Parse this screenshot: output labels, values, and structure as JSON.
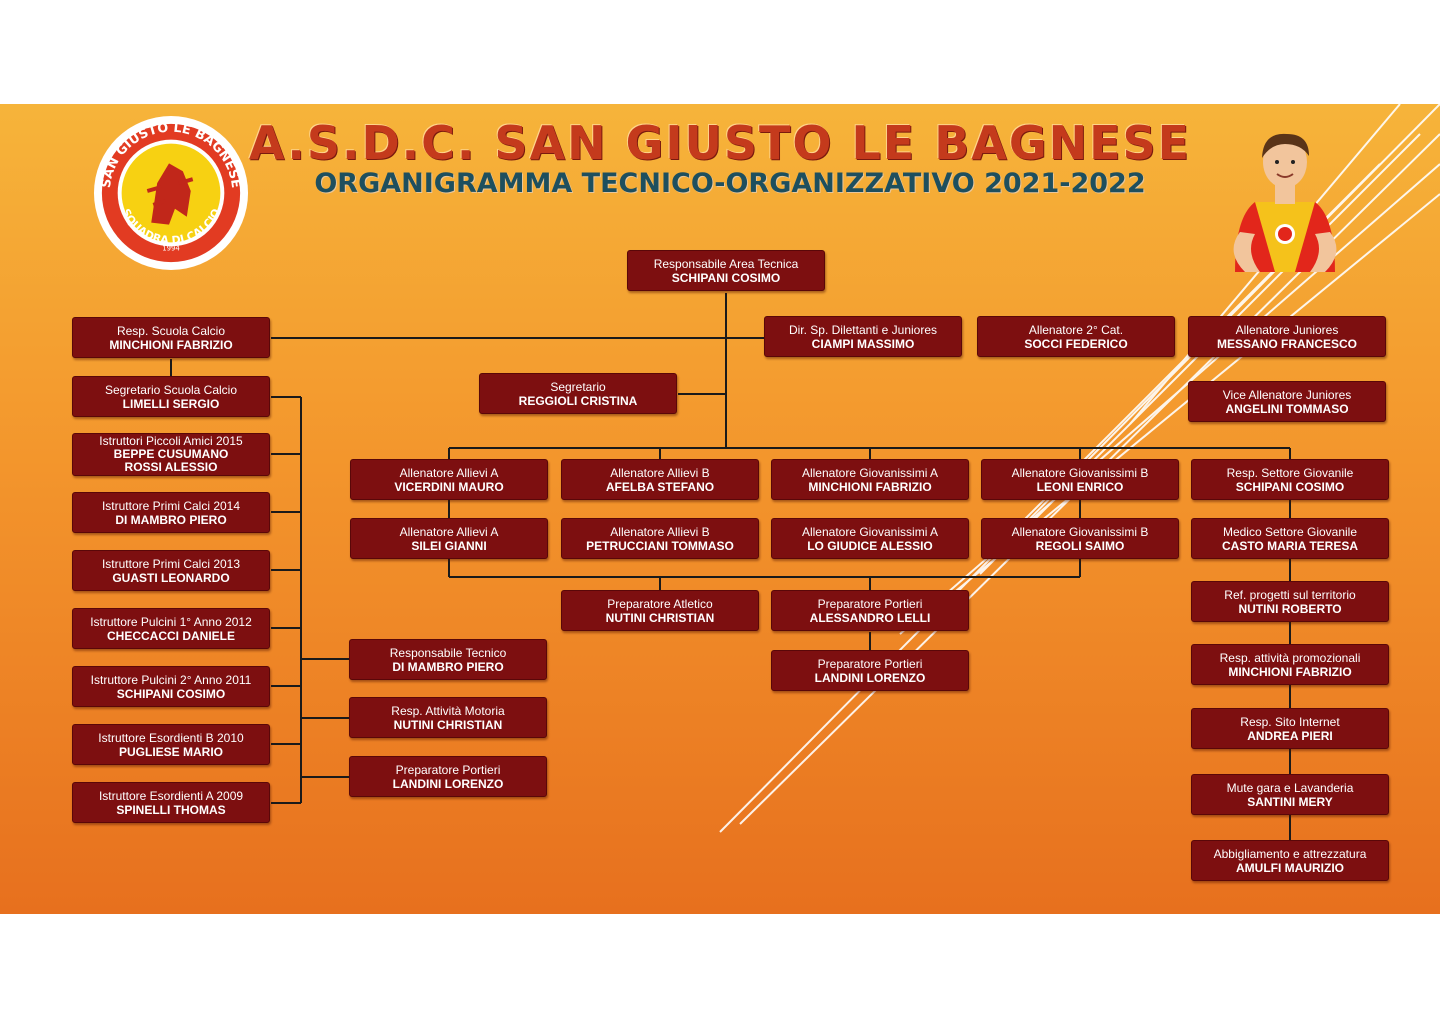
{
  "header": {
    "title": "A.S.D.C. SAN GIUSTO LE BAGNESE",
    "subtitle": "ORGANIGRAMMA TECNICO-ORGANIZZATIVO 2021-2022"
  },
  "logo": {
    "top_text": "SAN GIUSTO LE BAGNESE",
    "bottom_text": "SQUADRA DI CALCIO",
    "year": "1994"
  },
  "colors": {
    "box": "#7d0f10",
    "title": "#c43a1c",
    "subtitle": "#1e4f5e",
    "background": "#f3952c"
  },
  "nodes": {
    "resp_area": {
      "role": "Responsabile Area Tecnica",
      "name": "SCHIPANI COSIMO"
    },
    "scuola_calcio": {
      "role": "Resp. Scuola Calcio",
      "name": "MINCHIONI FABRIZIO"
    },
    "dir_dilettanti": {
      "role": "Dir. Sp. Dilettanti e Juniores",
      "name": "CIAMPI MASSIMO"
    },
    "all_2cat": {
      "role": "Allenatore 2° Cat.",
      "name": "SOCCI FEDERICO"
    },
    "all_juniores": {
      "role": "Allenatore Juniores",
      "name": "MESSANO FRANCESCO"
    },
    "vice_juniores": {
      "role": "Vice Allenatore Juniores",
      "name": "ANGELINI TOMMASO"
    },
    "segretario": {
      "role": "Segretario",
      "name": "REGGIOLI CRISTINA"
    },
    "segr_scuola": {
      "role": "Segretario Scuola Calcio",
      "name": "LIMELLI SERGIO"
    },
    "piccoli_amici": {
      "role": "Istruttori Piccoli Amici 2015",
      "name": "BEPPE CUSUMANO",
      "name2": "ROSSI ALESSIO"
    },
    "primi_calci_2014": {
      "role": "Istruttore Primi Calci 2014",
      "name": "DI MAMBRO PIERO"
    },
    "primi_calci_2013": {
      "role": "Istruttore Primi Calci 2013",
      "name": "GUASTI LEONARDO"
    },
    "pulcini_1": {
      "role": "Istruttore Pulcini 1° Anno 2012",
      "name": "CHECCACCI DANIELE"
    },
    "pulcini_2": {
      "role": "Istruttore Pulcini 2° Anno 2011",
      "name": "SCHIPANI COSIMO"
    },
    "esordienti_b": {
      "role": "Istruttore Esordienti B 2010",
      "name": "PUGLIESE MARIO"
    },
    "esordienti_a": {
      "role": "Istruttore Esordienti A 2009",
      "name": "SPINELLI THOMAS"
    },
    "resp_tecnico": {
      "role": "Responsabile Tecnico",
      "name": "DI MAMBRO PIERO"
    },
    "attivita_motoria": {
      "role": "Resp. Attività Motoria",
      "name": "NUTINI CHRISTIAN"
    },
    "prep_portieri_sc": {
      "role": "Preparatore Portieri",
      "name": "LANDINI LORENZO"
    },
    "allievi_a1": {
      "role": "Allenatore Allievi A",
      "name": "VICERDINI MAURO"
    },
    "allievi_b1": {
      "role": "Allenatore Allievi B",
      "name": "AFELBA STEFANO"
    },
    "giov_a1": {
      "role": "Allenatore Giovanissimi A",
      "name": "MINCHIONI FABRIZIO"
    },
    "giov_b1": {
      "role": "Allenatore Giovanissimi B",
      "name": "LEONI ENRICO"
    },
    "settore_giovanile": {
      "role": "Resp. Settore Giovanile",
      "name": "SCHIPANI COSIMO"
    },
    "allievi_a2": {
      "role": "Allenatore Allievi A",
      "name": "SILEI GIANNI"
    },
    "allievi_b2": {
      "role": "Allenatore Allievi B",
      "name": "PETRUCCIANI TOMMASO"
    },
    "giov_a2": {
      "role": "Allenatore Giovanissimi A",
      "name": "LO GIUDICE ALESSIO"
    },
    "giov_b2": {
      "role": "Allenatore Giovanissimi B",
      "name": "REGOLI SAIMO"
    },
    "medico": {
      "role": "Medico Settore Giovanile",
      "name": "CASTO MARIA TERESA"
    },
    "prep_atletico": {
      "role": "Preparatore Atletico",
      "name": "NUTINI CHRISTIAN"
    },
    "prep_portieri_1": {
      "role": "Preparatore Portieri",
      "name": "ALESSANDRO LELLI"
    },
    "prep_portieri_2": {
      "role": "Preparatore Portieri",
      "name": "LANDINI LORENZO"
    },
    "progetti": {
      "role": "Ref. progetti sul territorio",
      "name": "NUTINI ROBERTO"
    },
    "promozionali": {
      "role": "Resp. attività promozionali",
      "name": "MINCHIONI FABRIZIO"
    },
    "sito": {
      "role": "Resp. Sito Internet",
      "name": "ANDREA PIERI"
    },
    "lavanderia": {
      "role": "Mute gara e Lavanderia",
      "name": "SANTINI MERY"
    },
    "abbigliamento": {
      "role": "Abbigliamento e attrezzatura",
      "name": "AMULFI MAURIZIO"
    }
  }
}
